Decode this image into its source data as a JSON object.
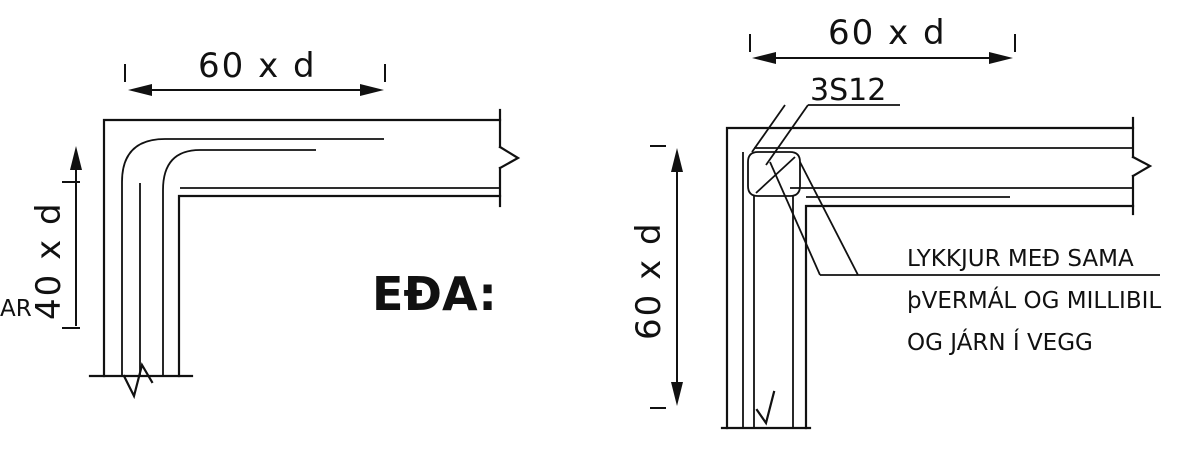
{
  "left_detail": {
    "top_dimension": "60 x d",
    "side_dimension": "40 x d",
    "side_fragment": "AR"
  },
  "separator_label": "EÐA:",
  "right_detail": {
    "top_dimension": "60 x d",
    "side_dimension": "60 x d",
    "bar_mark": "3S12",
    "note_lines": [
      "LYKKJUR MEÐ SAMA",
      "þVERMÁL OG MILLIBIL",
      "OG JÁRN Í VEGG"
    ]
  }
}
